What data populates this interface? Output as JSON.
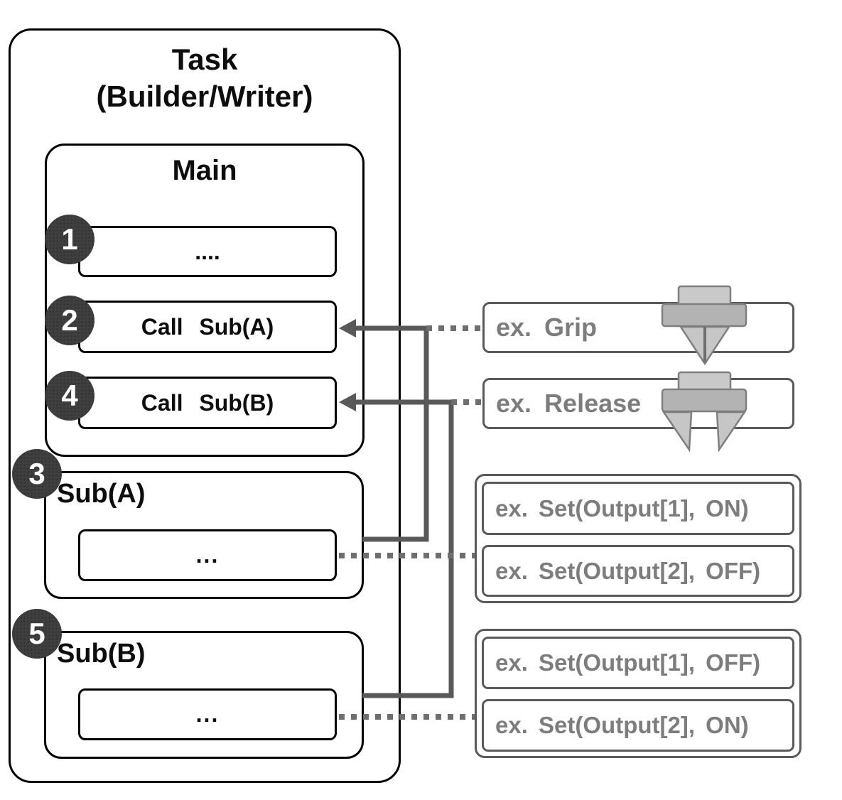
{
  "task": {
    "title_line1": "Task",
    "title_line2": "(Builder/Writer)",
    "main": {
      "title": "Main",
      "steps": [
        {
          "num": "1",
          "label": "...."
        },
        {
          "num": "2",
          "label": "Call Sub(A)"
        },
        {
          "num": "4",
          "label": "Call Sub(B)"
        }
      ]
    },
    "subs": [
      {
        "num": "3",
        "title": "Sub(A)",
        "body": "..."
      },
      {
        "num": "5",
        "title": "Sub(B)",
        "body": "..."
      }
    ]
  },
  "examples": {
    "grip": {
      "label": "ex. Grip",
      "icon": "gripper-closed-icon"
    },
    "release": {
      "label": "ex. Release",
      "icon": "gripper-open-icon"
    },
    "groupA": {
      "items": [
        "ex. Set(Output[1], ON)",
        "ex. Set(Output[2], OFF)"
      ]
    },
    "groupB": {
      "items": [
        "ex. Set(Output[1], OFF)",
        "ex. Set(Output[2], ON)"
      ]
    }
  },
  "colors": {
    "connector_solid": "#595959",
    "connector_dotted": "#6e6e6e",
    "circle_fill": "#3f3f3f",
    "circle_number": "#ffffff",
    "right_border": "#5a5a5a",
    "right_text": "#7d7d7d",
    "diagram_border": "#000000",
    "icon_light": "#c9c9c9",
    "icon_mid": "#b3b3b3",
    "icon_stroke": "#7f7f7f"
  }
}
